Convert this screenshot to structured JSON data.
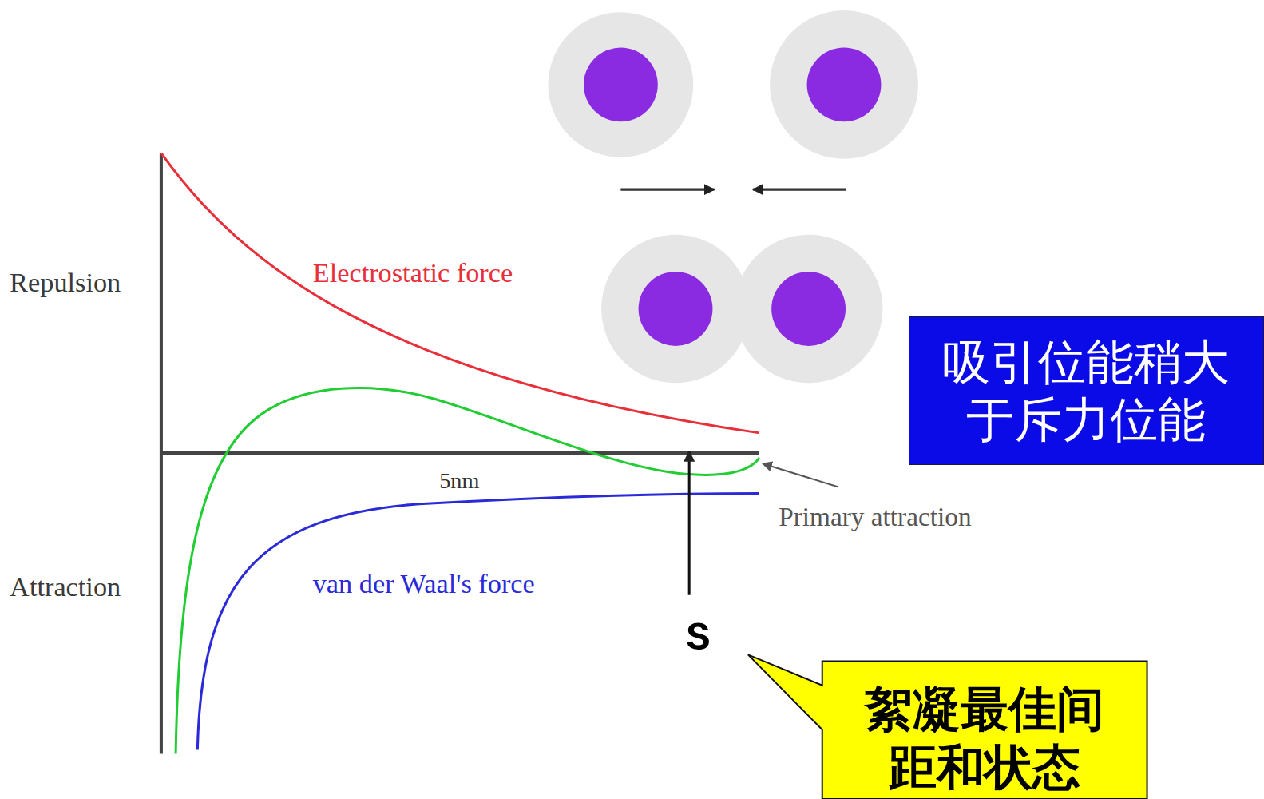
{
  "diagram": {
    "nodes": [
      {
        "text": [
          "吸引位能稍大 于斥力位能"
        ]
      },
      {
        "text": [
          "絮凝最佳间 距和状态"
        ]
      }
    ],
    "labels": [
      "Repulsion",
      "Electrostatic force",
      "5nm",
      "Primary attraction",
      "Attraction",
      "van der Waal's force",
      "S"
    ]
  }
}
